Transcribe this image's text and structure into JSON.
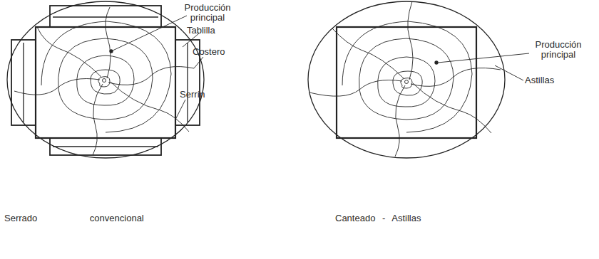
{
  "diagram": {
    "labels": [
      "Producción principal",
      "Tablilla",
      "Costero",
      "Serrín",
      "Producción principal",
      "Astillas",
      "Serrado convencional",
      "Canteado - Astillas"
    ]
  }
}
